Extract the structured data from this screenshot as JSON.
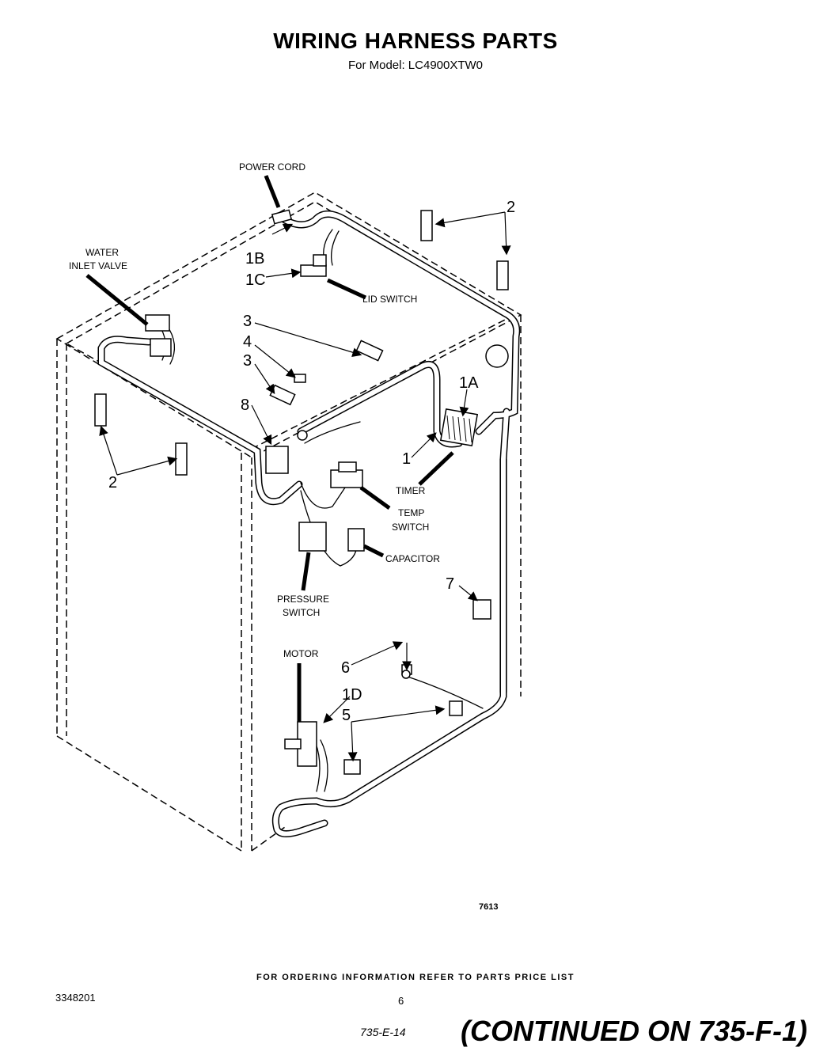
{
  "header": {
    "title": "WIRING HARNESS PARTS",
    "subtitle": "For Model: LC4900XTW0"
  },
  "labels": {
    "power_cord": "POWER CORD",
    "water_inlet_1": "WATER",
    "water_inlet_2": "INLET VALVE",
    "lid_switch": "LID SWITCH",
    "timer": "TIMER",
    "temp_switch_1": "TEMP",
    "temp_switch_2": "SWITCH",
    "capacitor": "CAPACITOR",
    "pressure_switch_1": "PRESSURE",
    "pressure_switch_2": "SWITCH",
    "motor": "MOTOR"
  },
  "callouts": {
    "c1": "1",
    "c1a": "1A",
    "c1b": "1B",
    "c1c": "1C",
    "c1d": "1D",
    "c2_top": "2",
    "c2_left": "2",
    "c3_a": "3",
    "c3_b": "3",
    "c4": "4",
    "c5": "5",
    "c6": "6",
    "c7": "7",
    "c8": "8"
  },
  "footer": {
    "figure_number": "7613",
    "ordering_info": "FOR ORDERING INFORMATION REFER TO PARTS PRICE LIST",
    "document_number": "3348201",
    "page_number": "6",
    "handwritten_note": "735-E-14",
    "continued": "(CONTINUED ON 735-F-1)"
  }
}
